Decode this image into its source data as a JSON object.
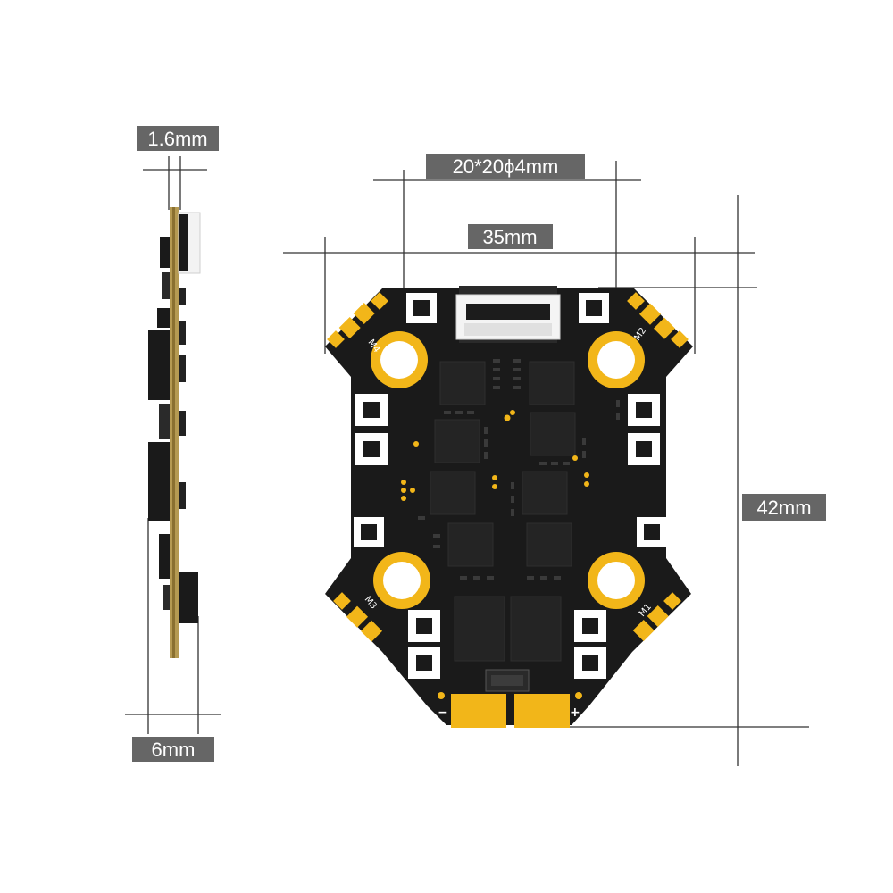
{
  "dimensions": {
    "board_thickness": "1.6mm",
    "mount_pattern": "20*20ϕ4mm",
    "board_width": "35mm",
    "board_height": "42mm",
    "stack_height": "6mm"
  },
  "silkscreen": {
    "motor_1": "M1",
    "motor_2": "M2",
    "motor_3": "M3",
    "motor_4": "M4",
    "negative": "−",
    "positive": "+"
  },
  "colors": {
    "pcb": "#1a1a1a",
    "pad_gold": "#f2b619",
    "pcb_edge": "#b59a52",
    "label_bg": "#666666",
    "label_text": "#ffffff"
  }
}
